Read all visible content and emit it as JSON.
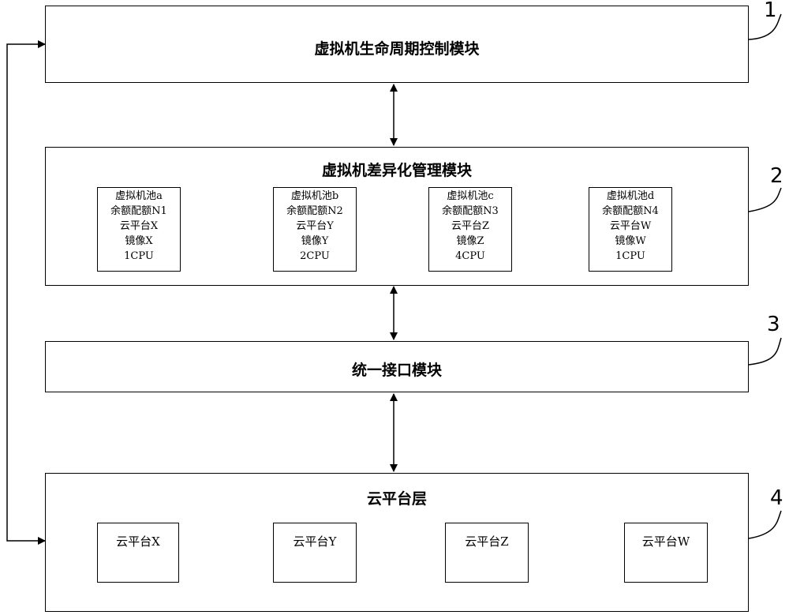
{
  "modules": {
    "lifecycle": {
      "title": "虚拟机生命周期控制模块",
      "number": "1"
    },
    "diff_mgmt": {
      "title": "虚拟机差异化管理模块",
      "number": "2",
      "pools": [
        {
          "name": "虚拟机池a",
          "quota": "余额配额N1",
          "platform": "云平台X",
          "image": "镜像X",
          "cpu": "1CPU"
        },
        {
          "name": "虚拟机池b",
          "quota": "余额配额N2",
          "platform": "云平台Y",
          "image": "镜像Y",
          "cpu": "2CPU"
        },
        {
          "name": "虚拟机池c",
          "quota": "余额配额N3",
          "platform": "云平台Z",
          "image": "镜像Z",
          "cpu": "4CPU"
        },
        {
          "name": "虚拟机池d",
          "quota": "余额配额N4",
          "platform": "云平台W",
          "image": "镜像W",
          "cpu": "1CPU"
        }
      ]
    },
    "interface": {
      "title": "统一接口模块",
      "number": "3"
    },
    "cloud_layer": {
      "title": "云平台层",
      "number": "4",
      "platforms": [
        "云平台X",
        "云平台Y",
        "云平台Z",
        "云平台W"
      ]
    }
  }
}
